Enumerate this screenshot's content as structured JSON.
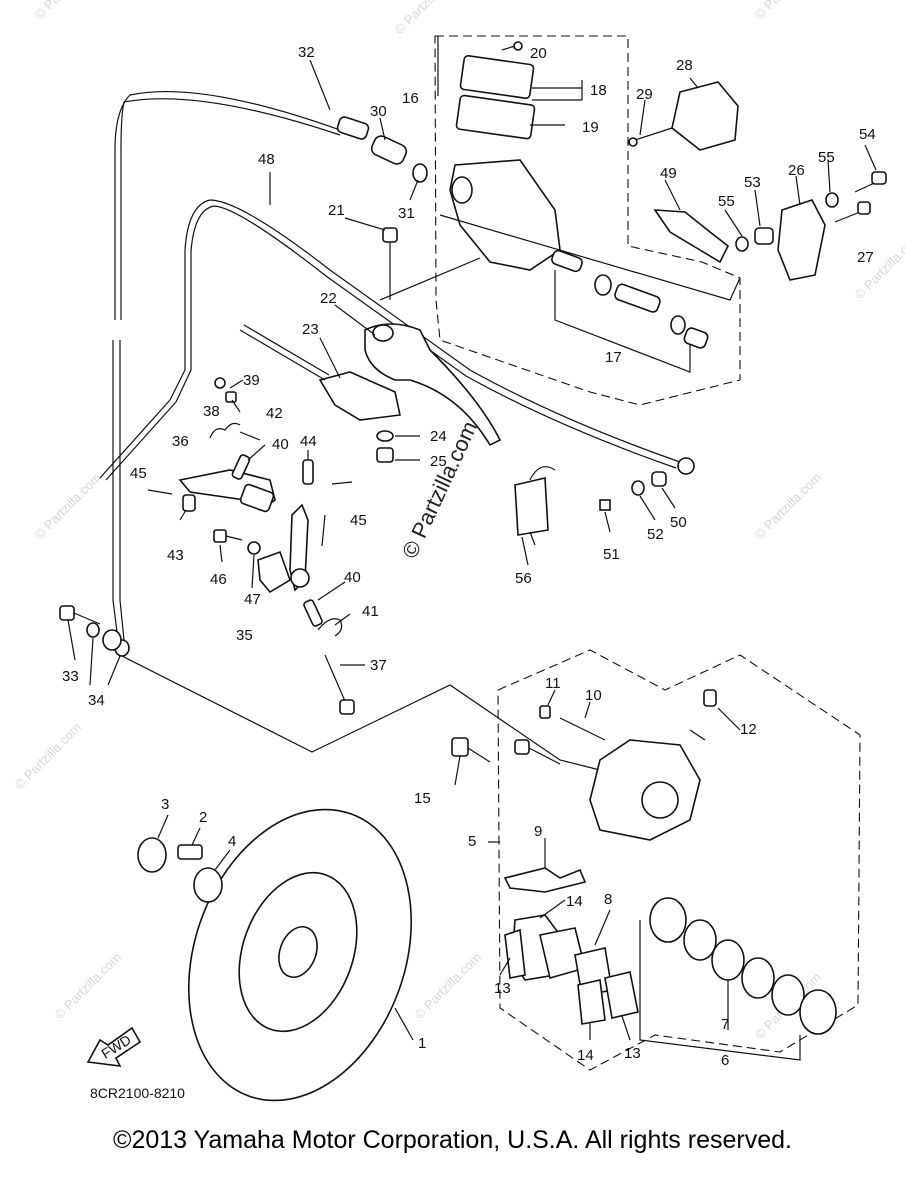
{
  "diagram": {
    "code": "8CR2100-8210",
    "fwd_label": "FWD",
    "watermark_center": "© Partzilla.com",
    "watermark_small": "© Partzilla.com",
    "callouts": [
      "1",
      "2",
      "3",
      "4",
      "5",
      "6",
      "7",
      "8",
      "9",
      "10",
      "11",
      "12",
      "13",
      "13",
      "14",
      "14",
      "15",
      "16",
      "17",
      "18",
      "19",
      "20",
      "21",
      "22",
      "23",
      "24",
      "25",
      "26",
      "27",
      "28",
      "29",
      "30",
      "31",
      "32",
      "33",
      "34",
      "35",
      "36",
      "37",
      "38",
      "39",
      "40",
      "40",
      "41",
      "42",
      "43",
      "44",
      "45",
      "45",
      "46",
      "47",
      "48",
      "49",
      "50",
      "51",
      "52",
      "53",
      "54",
      "55",
      "55",
      "56"
    ]
  },
  "footer": {
    "copyright": "©2013 Yamaha Motor Corporation, U.S.A. All rights reserved."
  }
}
